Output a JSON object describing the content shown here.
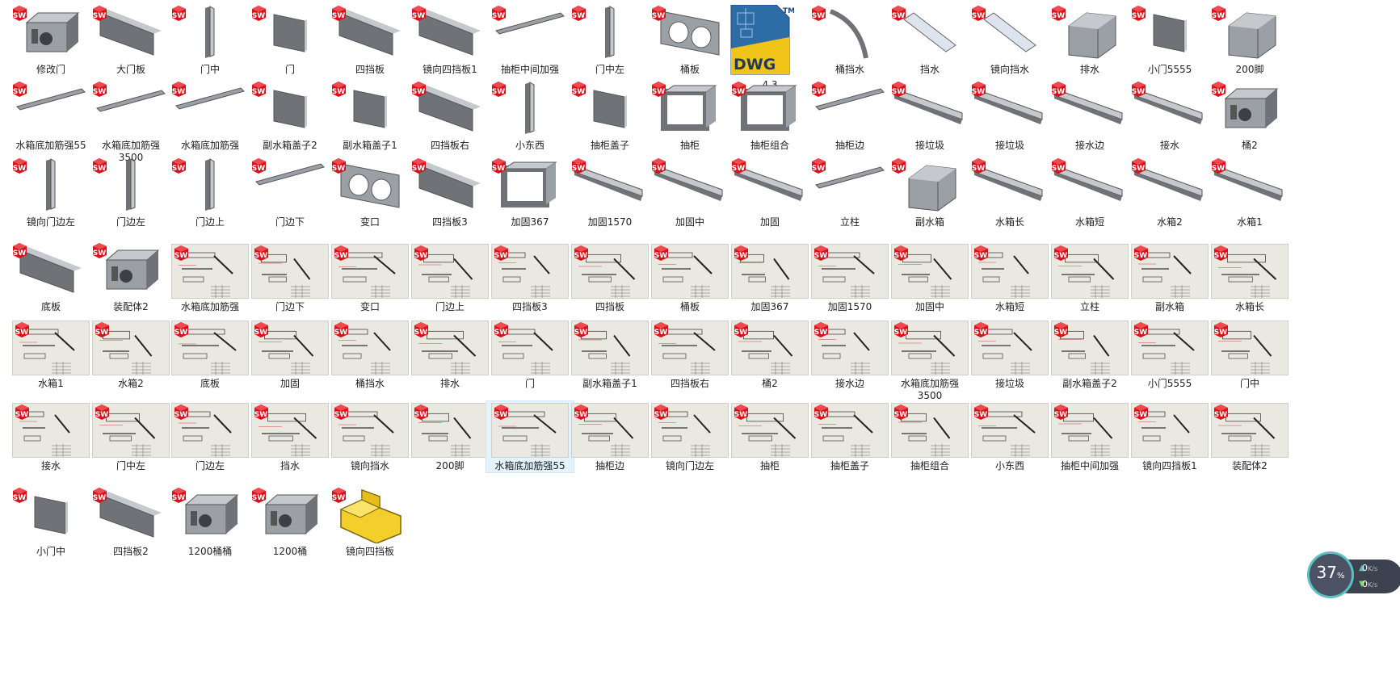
{
  "items": [
    {
      "label": "修改门",
      "kind": "assembly"
    },
    {
      "label": "大门板",
      "kind": "longpanel"
    },
    {
      "label": "门中",
      "kind": "post"
    },
    {
      "label": "门",
      "kind": "panel"
    },
    {
      "label": "四挡板",
      "kind": "longpanel"
    },
    {
      "label": "镜向四挡板1",
      "kind": "longpanel"
    },
    {
      "label": "抽柜中间加强",
      "kind": "bar"
    },
    {
      "label": "门中左",
      "kind": "post"
    },
    {
      "label": "桶板",
      "kind": "holes"
    },
    {
      "label": "4.3",
      "kind": "dwg"
    },
    {
      "label": "桶挡水",
      "kind": "arc"
    },
    {
      "label": "挡水",
      "kind": "flat"
    },
    {
      "label": "镜向挡水",
      "kind": "flat"
    },
    {
      "label": "排水",
      "kind": "box"
    },
    {
      "label": "小门5555",
      "kind": "panel"
    },
    {
      "label": "200脚",
      "kind": "box"
    },
    {
      "label": "水箱底加筋强55",
      "kind": "bar"
    },
    {
      "label": "水箱底加筋强\n3500",
      "kind": "bar"
    },
    {
      "label": "水箱底加筋强",
      "kind": "bar"
    },
    {
      "label": "副水箱盖子2",
      "kind": "panel"
    },
    {
      "label": "副水箱盖子1",
      "kind": "panel"
    },
    {
      "label": "四挡板右",
      "kind": "longpanel"
    },
    {
      "label": "小东西",
      "kind": "post"
    },
    {
      "label": "抽柜盖子",
      "kind": "panel"
    },
    {
      "label": "抽柜",
      "kind": "frame"
    },
    {
      "label": "抽柜组合",
      "kind": "frame"
    },
    {
      "label": "抽柜边",
      "kind": "bar"
    },
    {
      "label": "接垃圾",
      "kind": "channel"
    },
    {
      "label": "接垃圾",
      "kind": "channel"
    },
    {
      "label": "接水边",
      "kind": "channel"
    },
    {
      "label": "接水",
      "kind": "channel"
    },
    {
      "label": "桶2",
      "kind": "assembly"
    },
    {
      "label": "镜向门边左",
      "kind": "post"
    },
    {
      "label": "门边左",
      "kind": "post"
    },
    {
      "label": "门边上",
      "kind": "post"
    },
    {
      "label": "门边下",
      "kind": "bar"
    },
    {
      "label": "变口",
      "kind": "holes"
    },
    {
      "label": "四挡板3",
      "kind": "longpanel"
    },
    {
      "label": "加固367",
      "kind": "frame"
    },
    {
      "label": "加固1570",
      "kind": "channel"
    },
    {
      "label": "加固中",
      "kind": "channel"
    },
    {
      "label": "加固",
      "kind": "channel"
    },
    {
      "label": "立柱",
      "kind": "bar"
    },
    {
      "label": "副水箱",
      "kind": "box"
    },
    {
      "label": "水箱长",
      "kind": "channel"
    },
    {
      "label": "水箱短",
      "kind": "channel"
    },
    {
      "label": "水箱2",
      "kind": "channel"
    },
    {
      "label": "水箱1",
      "kind": "channel"
    },
    {
      "label": "底板",
      "kind": "longpanel"
    },
    {
      "label": "装配体2",
      "kind": "assembly"
    },
    {
      "label": "水箱底加筋强",
      "kind": "drawing"
    },
    {
      "label": "门边下",
      "kind": "drawing"
    },
    {
      "label": "变口",
      "kind": "drawing"
    },
    {
      "label": "门边上",
      "kind": "drawing"
    },
    {
      "label": "四挡板3",
      "kind": "drawing"
    },
    {
      "label": "四挡板",
      "kind": "drawing"
    },
    {
      "label": "桶板",
      "kind": "drawing"
    },
    {
      "label": "加固367",
      "kind": "drawing"
    },
    {
      "label": "加固1570",
      "kind": "drawing"
    },
    {
      "label": "加固中",
      "kind": "drawing"
    },
    {
      "label": "水箱短",
      "kind": "drawing"
    },
    {
      "label": "立柱",
      "kind": "drawing"
    },
    {
      "label": "副水箱",
      "kind": "drawing"
    },
    {
      "label": "水箱长",
      "kind": "drawing"
    },
    {
      "label": "水箱1",
      "kind": "drawing"
    },
    {
      "label": "水箱2",
      "kind": "drawing"
    },
    {
      "label": "底板",
      "kind": "drawing"
    },
    {
      "label": "加固",
      "kind": "drawing"
    },
    {
      "label": "桶挡水",
      "kind": "drawing"
    },
    {
      "label": "排水",
      "kind": "drawing"
    },
    {
      "label": "门",
      "kind": "drawing"
    },
    {
      "label": "副水箱盖子1",
      "kind": "drawing"
    },
    {
      "label": "四挡板右",
      "kind": "drawing"
    },
    {
      "label": "桶2",
      "kind": "drawing"
    },
    {
      "label": "接水边",
      "kind": "drawing"
    },
    {
      "label": "水箱底加筋强\n3500",
      "kind": "drawing"
    },
    {
      "label": "接垃圾",
      "kind": "drawing"
    },
    {
      "label": "副水箱盖子2",
      "kind": "drawing"
    },
    {
      "label": "小门5555",
      "kind": "drawing"
    },
    {
      "label": "门中",
      "kind": "drawing"
    },
    {
      "label": "接水",
      "kind": "drawing"
    },
    {
      "label": "门中左",
      "kind": "drawing"
    },
    {
      "label": "门边左",
      "kind": "drawing"
    },
    {
      "label": "挡水",
      "kind": "drawing"
    },
    {
      "label": "镜向挡水",
      "kind": "drawing"
    },
    {
      "label": "200脚",
      "kind": "drawing"
    },
    {
      "label": "水箱底加筋强55",
      "kind": "drawing",
      "selected": true
    },
    {
      "label": "抽柜边",
      "kind": "drawing"
    },
    {
      "label": "镜向门边左",
      "kind": "drawing"
    },
    {
      "label": "抽柜",
      "kind": "drawing"
    },
    {
      "label": "抽柜盖子",
      "kind": "drawing"
    },
    {
      "label": "抽柜组合",
      "kind": "drawing"
    },
    {
      "label": "小东西",
      "kind": "drawing"
    },
    {
      "label": "抽柜中间加强",
      "kind": "drawing"
    },
    {
      "label": "镜向四挡板1",
      "kind": "drawing"
    },
    {
      "label": "装配体2",
      "kind": "drawing"
    },
    {
      "label": "小门中",
      "kind": "panel"
    },
    {
      "label": "四挡板2",
      "kind": "longpanel"
    },
    {
      "label": "1200桶桶",
      "kind": "assembly"
    },
    {
      "label": "1200桶",
      "kind": "assembly"
    },
    {
      "label": "镜向四挡板",
      "kind": "yellow"
    }
  ],
  "dwg_badge": {
    "text": "DWG",
    "tm": "TM"
  },
  "sw_badge": {
    "text": "SW"
  },
  "net_monitor": {
    "percent": "37",
    "percent_unit": "%",
    "up_value": "0",
    "up_unit": "K/s",
    "down_value": "0",
    "down_unit": "K/s"
  },
  "colors": {
    "sw_red": "#d8121a",
    "selection": "#e5f3ff",
    "drawing_bg": "#e9e8e1",
    "dwg_blue": "#2e6ca6",
    "dwg_yellow": "#f0c419",
    "monitor_ring": "#5bc0c2"
  }
}
